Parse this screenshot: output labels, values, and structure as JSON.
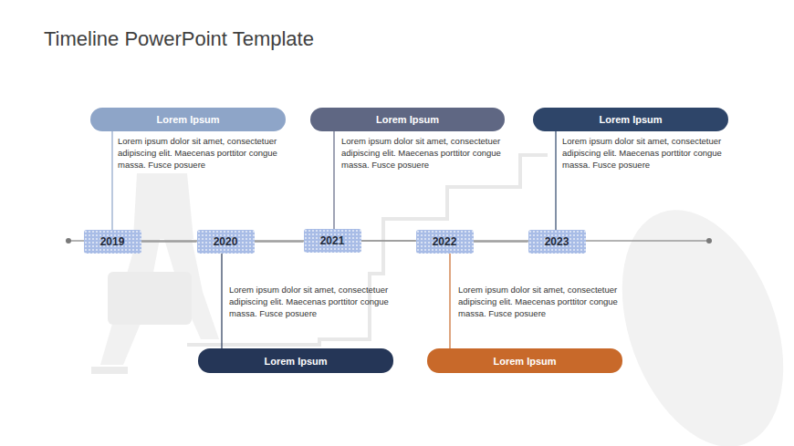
{
  "diagram": {
    "title": "Timeline PowerPoint Template",
    "nodes": [
      {
        "text": [
          "Lorem Ipsum",
          "Lorem ipsum dolor sit amet, consectetuer adipiscing elit. Maecenas porttitor congue massa. Fusce posuere"
        ]
      },
      {
        "text": [
          "Lorem Ipsum",
          "Lorem ipsum dolor sit amet, consectetuer adipiscing elit. Maecenas porttitor congue massa. Fusce posuere"
        ]
      },
      {
        "text": [
          "Lorem Ipsum",
          "Lorem ipsum dolor sit amet, consectetuer adipiscing elit. Maecenas porttitor congue massa. Fusce posuere"
        ]
      },
      {
        "text": [
          "2019"
        ]
      },
      {
        "text": [
          "2020"
        ]
      },
      {
        "text": [
          "2021"
        ]
      },
      {
        "text": [
          "2022"
        ]
      },
      {
        "text": [
          "2023"
        ]
      },
      {
        "text": [
          "Lorem Ipsum",
          "Lorem ipsum dolor sit amet, consectetuer adipiscing elit. Maecenas porttitor congue massa. Fusce posuere"
        ]
      },
      {
        "text": [
          "Lorem Ipsum",
          "Lorem ipsum dolor sit amet, consectetuer adipiscing elit. Maecenas porttitor congue massa. Fusce posuere"
        ]
      }
    ],
    "edges": [
      {
        "from": 0,
        "to": 3,
        "arrow": "none"
      },
      {
        "from": 1,
        "to": 5,
        "arrow": "none"
      },
      {
        "from": 2,
        "to": 7,
        "arrow": "none"
      },
      {
        "from": 4,
        "to": 8,
        "arrow": "none"
      },
      {
        "from": 6,
        "to": 9,
        "arrow": "none"
      },
      {
        "from": 3,
        "to": 4,
        "arrow": "none"
      },
      {
        "from": 4,
        "to": 5,
        "arrow": "none"
      },
      {
        "from": 5,
        "to": 6,
        "arrow": "none"
      },
      {
        "from": 6,
        "to": 7,
        "arrow": "none"
      }
    ]
  }
}
